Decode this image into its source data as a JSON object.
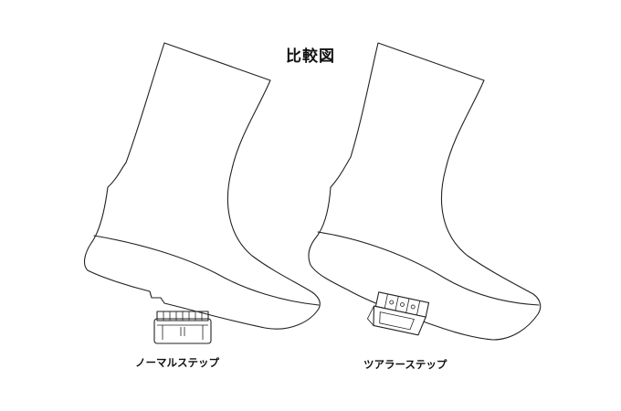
{
  "title": "比較図",
  "boots": [
    {
      "caption": "ノーマルステップ"
    },
    {
      "caption": "ツアラーステップ"
    }
  ]
}
